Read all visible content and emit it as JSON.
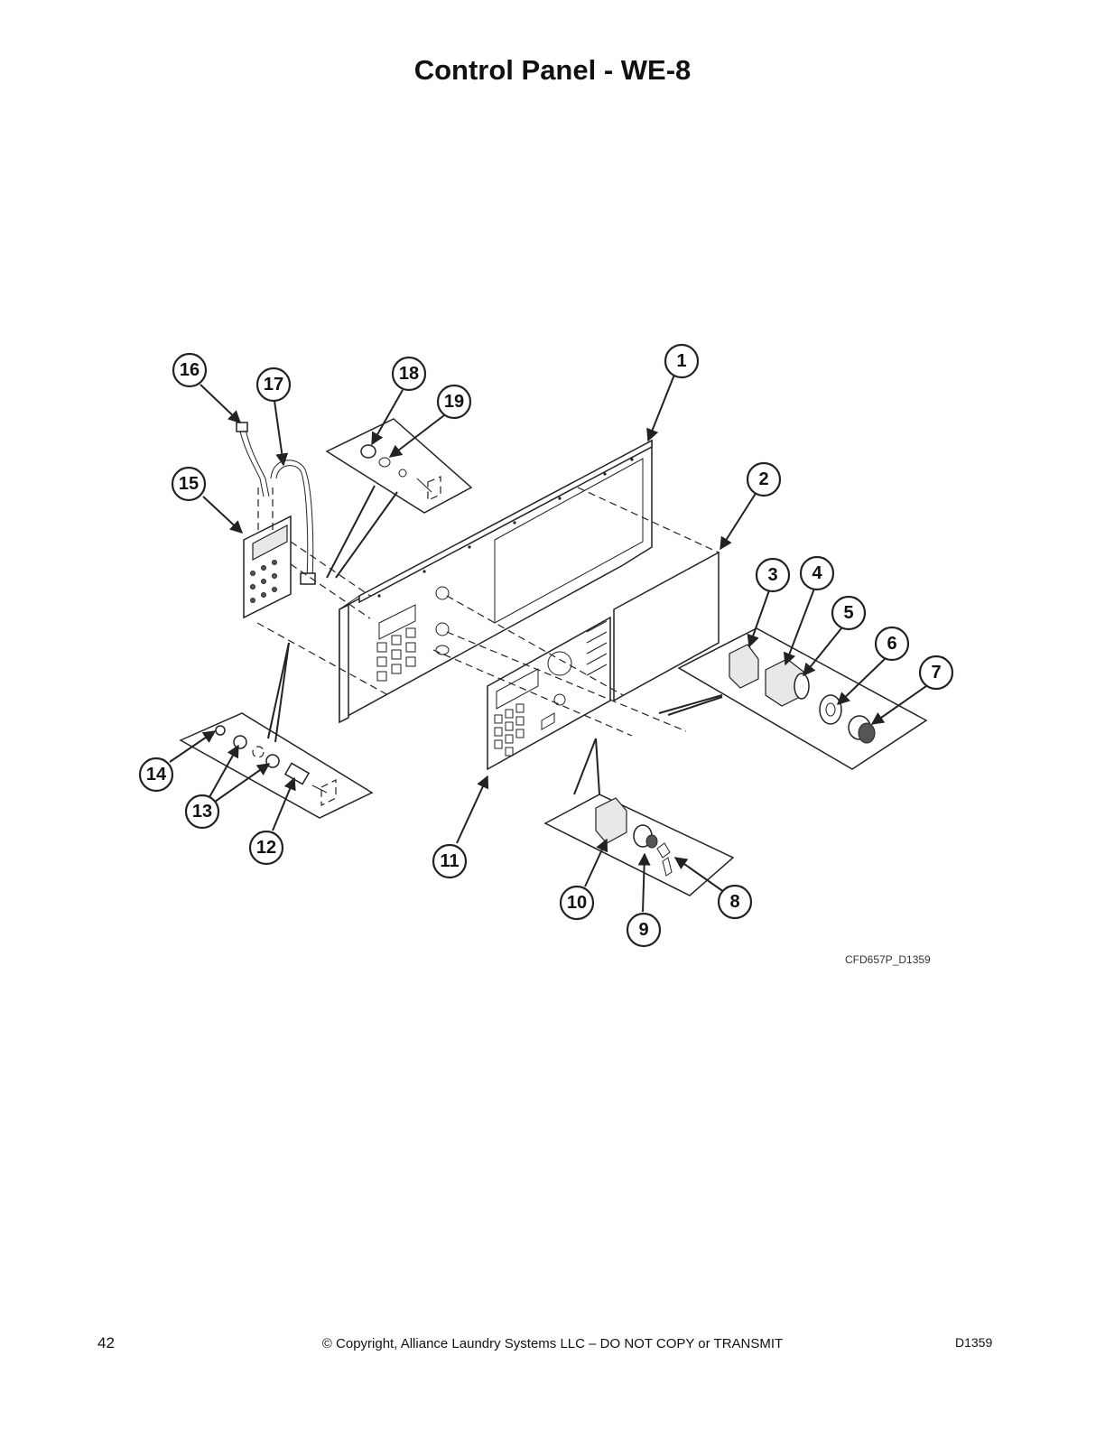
{
  "page": {
    "title": "Control Panel - WE-8",
    "figure_code": "CFD657P_D1359",
    "page_number": "42",
    "copyright": "© Copyright, Alliance Laundry Systems LLC – DO NOT COPY or TRANSMIT",
    "doc_id": "D1359"
  },
  "callouts": [
    "1",
    "2",
    "3",
    "4",
    "5",
    "6",
    "7",
    "8",
    "9",
    "10",
    "11",
    "12",
    "13",
    "14",
    "15",
    "16",
    "17",
    "18",
    "19"
  ]
}
